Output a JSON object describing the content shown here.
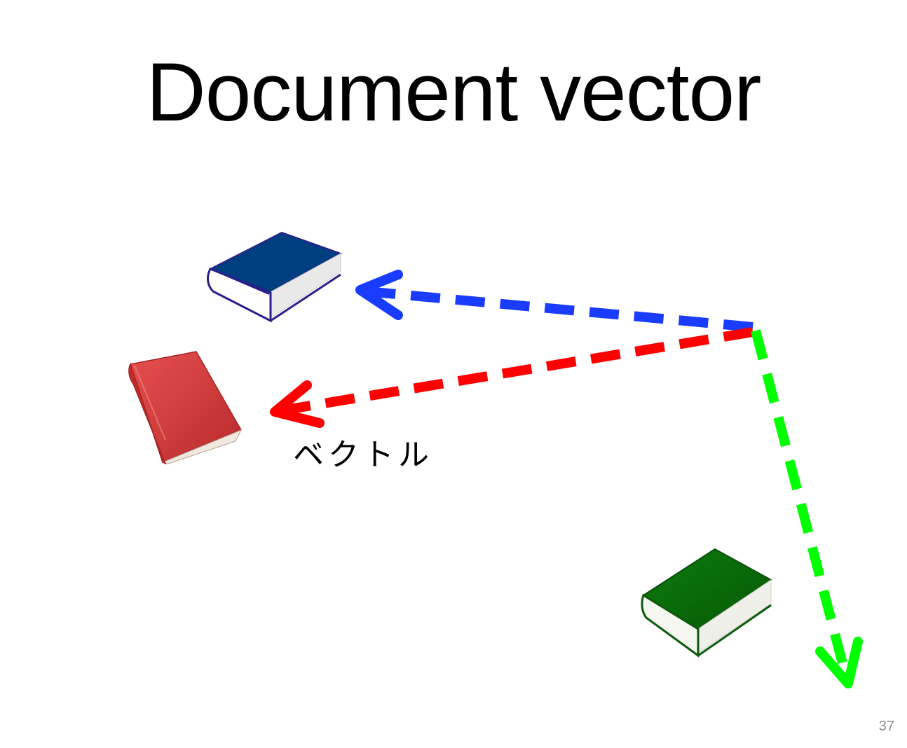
{
  "slide": {
    "title": "Document vector",
    "label": "ベクトル",
    "page_number": "37"
  },
  "colors": {
    "blue_arrow": "#1a3cff",
    "red_arrow": "#ff0000",
    "green_arrow": "#00ff00",
    "blue_book": "#003f7f",
    "red_book": "#d63a3a",
    "green_book": "#0b6b0b"
  },
  "icons": [
    "blue-book-icon",
    "red-book-icon",
    "green-book-icon"
  ]
}
